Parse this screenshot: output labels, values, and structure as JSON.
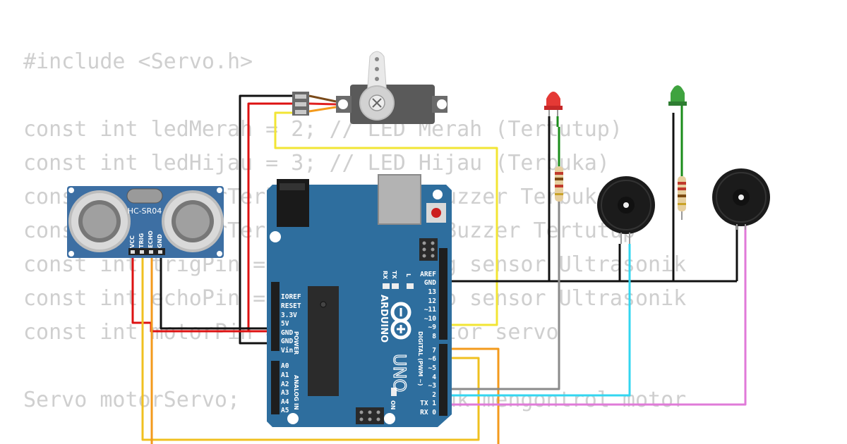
{
  "code": {
    "lines": [
      "#include <Servo.h>",
      "",
      "const int ledMerah = 2; // LED Merah (Tertutup)",
      "const int ledHijau = 3; // LED Hijau (Terbuka)",
      "const int buzzerTerbuka = 4; // Buzzer Terbuka",
      "const int buzzerTertutup = 5; // Buzzer Tertutup",
      "const int trigPin = 6; // Pin Trig sensor Ultrasonik",
      "const int echoPin = 7; // Pin Echo sensor Ultrasonik",
      "const int motorPin = 9; // Pin motor servo",
      "",
      "Servo motorServo;    // Objek untuk mengontrol motor"
    ]
  },
  "sensor": {
    "model": "HC-SR04",
    "pins": [
      "VCC",
      "TRIG",
      "ECHO",
      "GND"
    ]
  },
  "board": {
    "brand": "ARDUINO",
    "model": "UNO",
    "on_label": "ON",
    "digital_label": "DIGITAL (PWM ~)",
    "power_label": "POWER",
    "analog_label": "ANALOG IN",
    "tx_label": "TX",
    "rx_label": "RX",
    "l_label": "L",
    "power_pins": [
      "IOREF",
      "RESET",
      "3.3V",
      "5V",
      "GND",
      "GND",
      "Vin"
    ],
    "analog_pins": [
      "A0",
      "A1",
      "A2",
      "A3",
      "A4",
      "A5"
    ],
    "digital_top_pins": [
      "AREF",
      "GND",
      "13",
      "12",
      "~11",
      "~10",
      "~9",
      "8"
    ],
    "digital_bottom_pins": [
      "7",
      "~6",
      "~5",
      "4",
      "~3",
      "2",
      "TX 1",
      "RX 0"
    ]
  },
  "colors": {
    "board": "#2e6e9e",
    "wire_black": "#111111",
    "wire_red": "#dd1111",
    "wire_yellow": "#f2e534",
    "wire_gold": "#f0c020",
    "wire_orange": "#f39a1c",
    "wire_grey": "#8a8a8a",
    "wire_cyan": "#33d6f0",
    "wire_pink": "#e07ad8",
    "wire_green": "#1a8c1a",
    "led_red": "#e53935",
    "led_green": "#3fa33f",
    "buzzer": "#1b1b1b"
  }
}
